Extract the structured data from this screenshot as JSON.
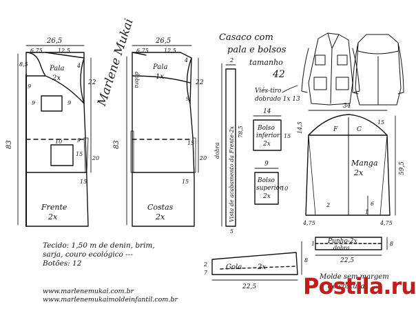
{
  "title": [
    "Casaco com",
    "pala e bolsos",
    "tamanho",
    "42"
  ],
  "front": {
    "top_width": "26,5",
    "neck_width": "6,75",
    "shoulder_width": "12,5",
    "top_depth": "8,5",
    "neck_drop": "9",
    "yoke_depth": "4",
    "yoke_label": "Pala",
    "yoke_qty": "2x",
    "side_upper": "22",
    "height": "83",
    "dim_a": "9",
    "dim_b": "9",
    "dim_c": "10",
    "dim_d": "15",
    "dim_e": "20",
    "dim_f": "9",
    "dim_g": "15",
    "label": "Frente",
    "qty": "2x"
  },
  "back": {
    "top_width": "26,5",
    "neck_width": "6,75",
    "shoulder_width": "12,5",
    "fold": "dobra",
    "top_depth": "4",
    "yoke_label": "Pala",
    "yoke_qty": "1x",
    "side_upper": "22",
    "height": "83",
    "dim_a": "9",
    "dim_b": "15",
    "dim_c": "20",
    "dim_d": "15",
    "label": "Costas",
    "qty": "2x"
  },
  "facing": {
    "top": "2",
    "fold": "dobra",
    "text": "Vista de acabamento da Frente-2x",
    "length": "78,5",
    "bottom": "5"
  },
  "bias": [
    "Viés-tiro",
    "dobrado 1x 13"
  ],
  "pocket_lower": {
    "width": "14",
    "label": [
      "Bolso",
      "inferior",
      "2x"
    ],
    "height": "15"
  },
  "pocket_upper": {
    "width": "9",
    "label": [
      "Bolso",
      "superior",
      "2x"
    ],
    "height": "10"
  },
  "sleeve": {
    "width": "34",
    "cap_left": "14,5",
    "front_mark": "F",
    "back_mark": "C",
    "cap_side": "15",
    "label": "Manga",
    "qty": "2x",
    "length": "59,5",
    "dim_a": "2",
    "dim_b": "6",
    "dim_c": "1",
    "hem_left": "4,75",
    "hem_right": "4,75"
  },
  "collar": {
    "label": "Gola",
    "qty": "2x",
    "height": "2",
    "height2": "7",
    "length": "22,5",
    "height3": "8"
  },
  "cuff": {
    "label": "Punho-2x",
    "fold": "dobra",
    "length": "22,5",
    "height": "8",
    "width": "1"
  },
  "note": [
    "Molde sem margem",
    "de costura"
  ],
  "fabric": [
    "Tecido: 1,50 m de denin, brim,",
    "sarja, couro ecológico ---",
    "Botões: 12"
  ],
  "websites": [
    "www.marlenemukai.com.br",
    "www.marlenemukaimoldeinfantil.com.br"
  ],
  "signature": "Marlene Mukai",
  "watermark": "Postila.ru"
}
